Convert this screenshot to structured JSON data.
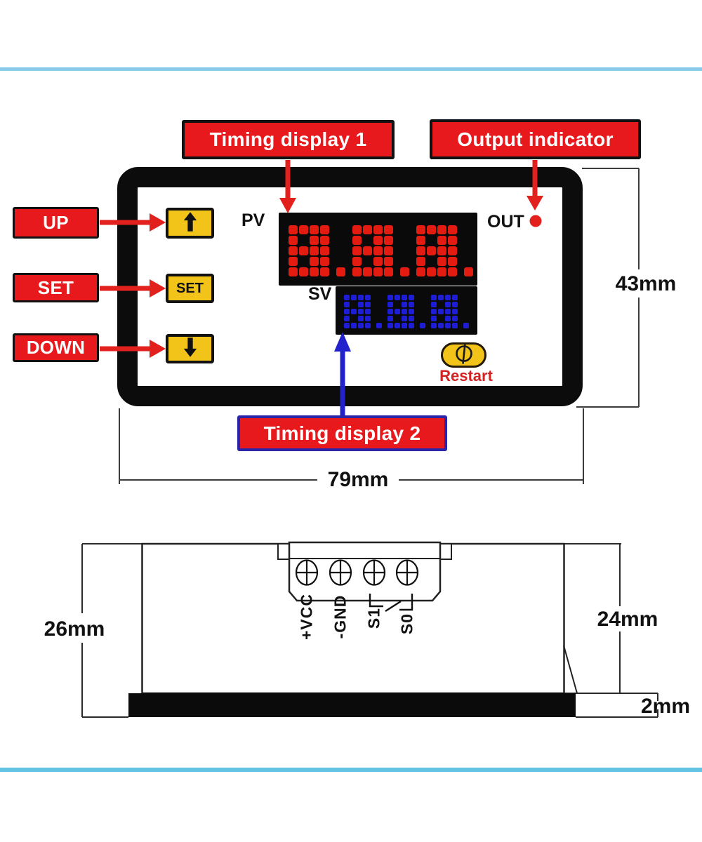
{
  "annotations": {
    "timing_display_1": "Timing display 1",
    "output_indicator": "Output indicator",
    "timing_display_2": "Timing display 2",
    "up": "UP",
    "set": "SET",
    "down": "DOWN"
  },
  "panel": {
    "pv_label": "PV",
    "sv_label": "SV",
    "out_label": "OUT",
    "pv_value": "8.8.8.",
    "sv_value": "8.8.8.",
    "set_button_label": "SET",
    "restart_label": "Restart"
  },
  "dimensions": {
    "front_height": "43mm",
    "front_width": "79mm",
    "side_height_left": "26mm",
    "side_height_right": "24mm",
    "lip_thickness": "2mm"
  },
  "terminals": [
    "+VCC",
    "-GND",
    "S1",
    "S0"
  ],
  "colors": {
    "label_red": "#e8191d",
    "button_yellow": "#f2c318",
    "digit_red": "#e41b10",
    "digit_blue": "#1d1dd8",
    "arrow_red": "#e2201c",
    "arrow_blue": "#2222cc",
    "box2_border": "#2a24a8",
    "restart_text": "#d42222",
    "divider_top": "#87cce9",
    "divider_bottom": "#63c3e3"
  }
}
